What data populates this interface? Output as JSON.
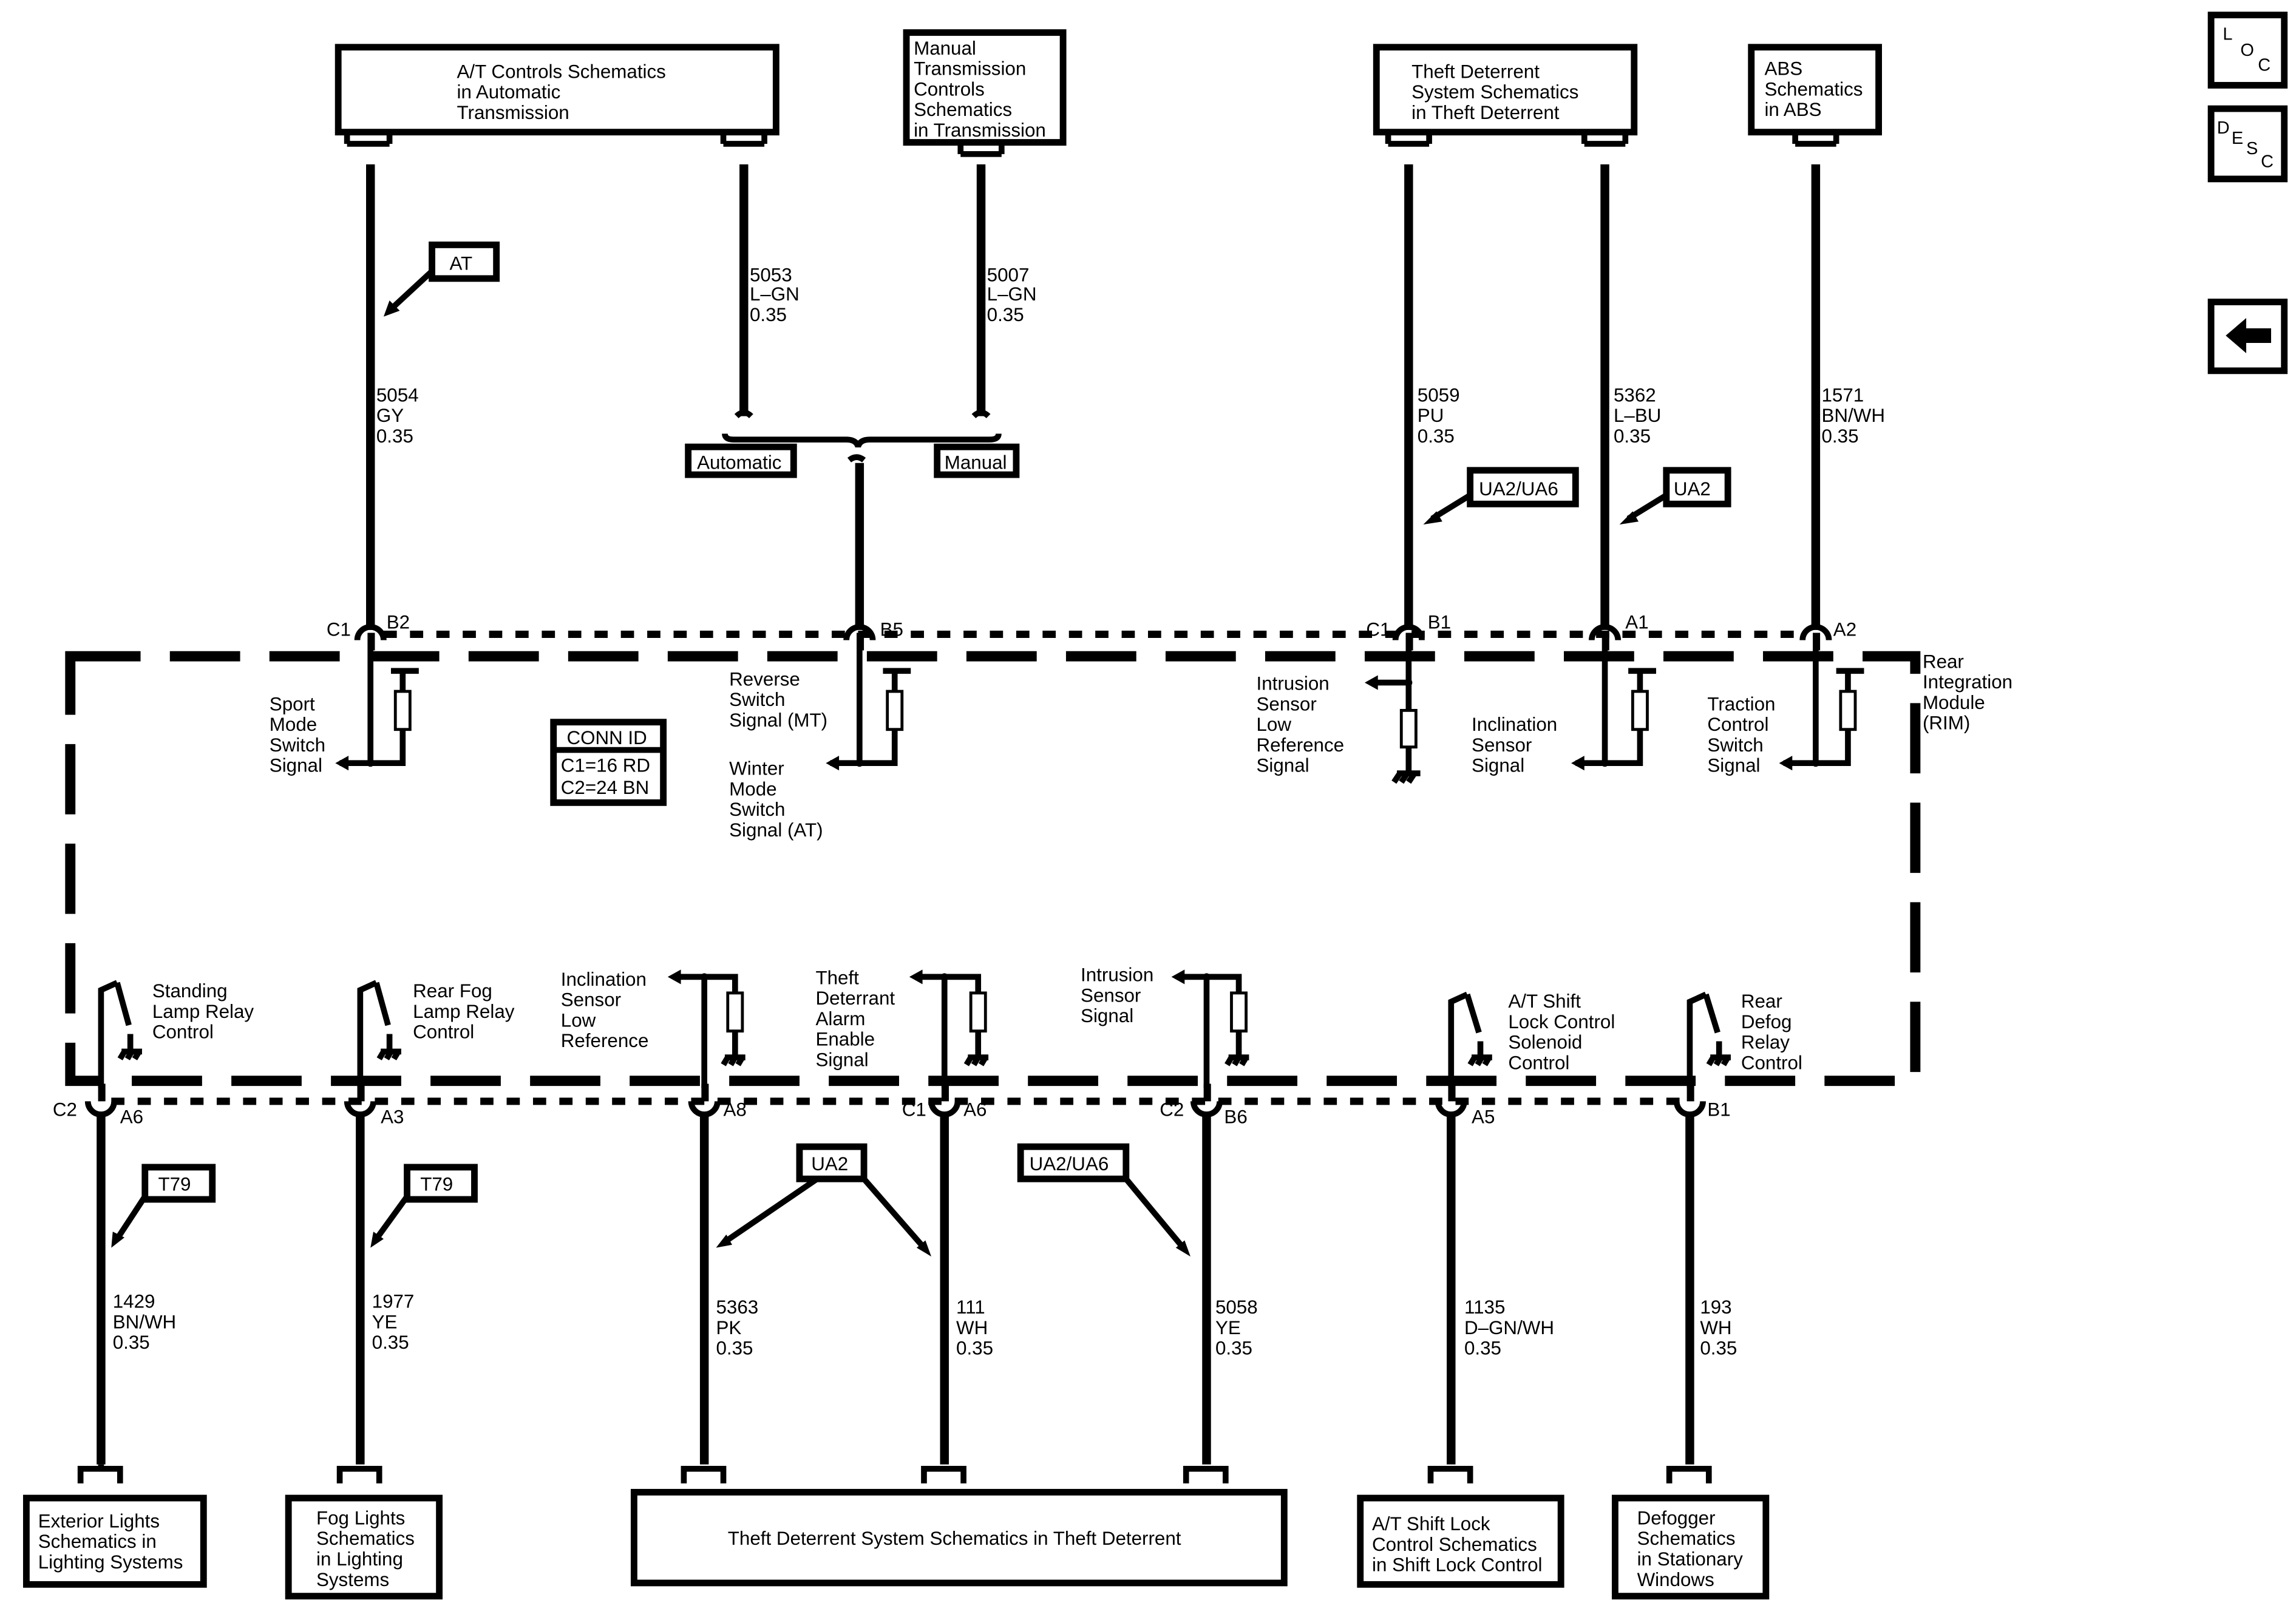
{
  "nav": {
    "loc_letters": [
      "L",
      "O",
      "C"
    ],
    "desc_letters": [
      "D",
      "E",
      "S",
      "C"
    ],
    "back_icon": "left-arrow-icon"
  },
  "module": {
    "name": [
      "Rear",
      "Integration",
      "Module",
      "(RIM)"
    ],
    "conn_id_title": "CONN ID",
    "conn_id_lines": [
      "C1=16 RD",
      "C2=24 BN"
    ]
  },
  "top_boxes": {
    "at_controls": [
      "A/T Controls Schematics",
      "in Automatic",
      "Transmission"
    ],
    "manual": [
      "Manual",
      "Transmission",
      "Controls",
      "Schematics",
      "in Transmission"
    ],
    "theft": [
      "Theft Deterrent",
      "System Schematics",
      "in Theft Deterrent"
    ],
    "abs": [
      "ABS",
      "Schematics",
      "in ABS"
    ]
  },
  "bottom_boxes": {
    "exterior": [
      "Exterior Lights",
      "Schematics in",
      "Lighting Systems"
    ],
    "fog": [
      "Fog Lights",
      "Schematics",
      "in Lighting",
      "Systems"
    ],
    "theft": [
      "Theft Deterrent System Schematics in Theft Deterrent"
    ],
    "shiftlock": [
      "A/T Shift Lock",
      "Control Schematics",
      "in Shift Lock Control"
    ],
    "defogger": [
      "Defogger",
      "Schematics",
      "in Stationary",
      "Windows"
    ]
  },
  "selector": {
    "automatic": "Automatic",
    "manual": "Manual"
  },
  "options": {
    "at": "AT",
    "ua2ua6_top": "UA2/UA6",
    "ua2_top": "UA2",
    "t79_a": "T79",
    "t79_b": "T79",
    "ua2_bottom": "UA2",
    "ua2ua6_bottom": "UA2/UA6"
  },
  "wires": {
    "w5054": [
      "5054",
      "GY",
      "0.35"
    ],
    "w5053": [
      "5053",
      "L–GN",
      "0.35"
    ],
    "w5007": [
      "5007",
      "L–GN",
      "0.35"
    ],
    "w5059": [
      "5059",
      "PU",
      "0.35"
    ],
    "w5362": [
      "5362",
      "L–BU",
      "0.35"
    ],
    "w1571": [
      "1571",
      "BN/WH",
      "0.35"
    ],
    "w1429": [
      "1429",
      "BN/WH",
      "0.35"
    ],
    "w1977": [
      "1977",
      "YE",
      "0.35"
    ],
    "w5363": [
      "5363",
      "PK",
      "0.35"
    ],
    "w111": [
      "111",
      "WH",
      "0.35"
    ],
    "w5058": [
      "5058",
      "YE",
      "0.35"
    ],
    "w1135": [
      "1135",
      "D–GN/WH",
      "0.35"
    ],
    "w193": [
      "193",
      "WH",
      "0.35"
    ]
  },
  "pins": {
    "c1": "C1",
    "b2": "B2",
    "b5": "B5",
    "c1b": "C1",
    "b1": "B1",
    "a1": "A1",
    "a2": "A2",
    "c2a": "C2",
    "a6a": "A6",
    "a3": "A3",
    "a8": "A8",
    "c1c": "C1",
    "a6b": "A6",
    "c2b": "C2",
    "b6": "B6",
    "a5": "A5",
    "b1b": "B1"
  },
  "signals": {
    "sport": [
      "Sport",
      "Mode",
      "Switch",
      "Signal"
    ],
    "reverse": [
      "Reverse",
      "Switch",
      "Signal (MT)"
    ],
    "winter": [
      "Winter",
      "Mode",
      "Switch",
      "Signal (AT)"
    ],
    "intrusion_low": [
      "Intrusion",
      "Sensor",
      "Low",
      "Reference",
      "Signal"
    ],
    "inclination": [
      "Inclination",
      "Sensor",
      "Signal"
    ],
    "traction": [
      "Traction",
      "Control",
      "Switch",
      "Signal"
    ],
    "standing": [
      "Standing",
      "Lamp Relay",
      "Control"
    ],
    "rear_fog": [
      "Rear Fog",
      "Lamp Relay",
      "Control"
    ],
    "incl_low": [
      "Inclination",
      "Sensor",
      "Low",
      "Reference"
    ],
    "theft_alarm": [
      "Theft",
      "Deterrant",
      "Alarm",
      "Enable",
      "Signal"
    ],
    "intrusion_sig": [
      "Intrusion",
      "Sensor",
      "Signal"
    ],
    "shift_lock": [
      "A/T Shift",
      "Lock Control",
      "Solenoid",
      "Control"
    ],
    "rear_defog": [
      "Rear",
      "Defog",
      "Relay",
      "Control"
    ]
  }
}
